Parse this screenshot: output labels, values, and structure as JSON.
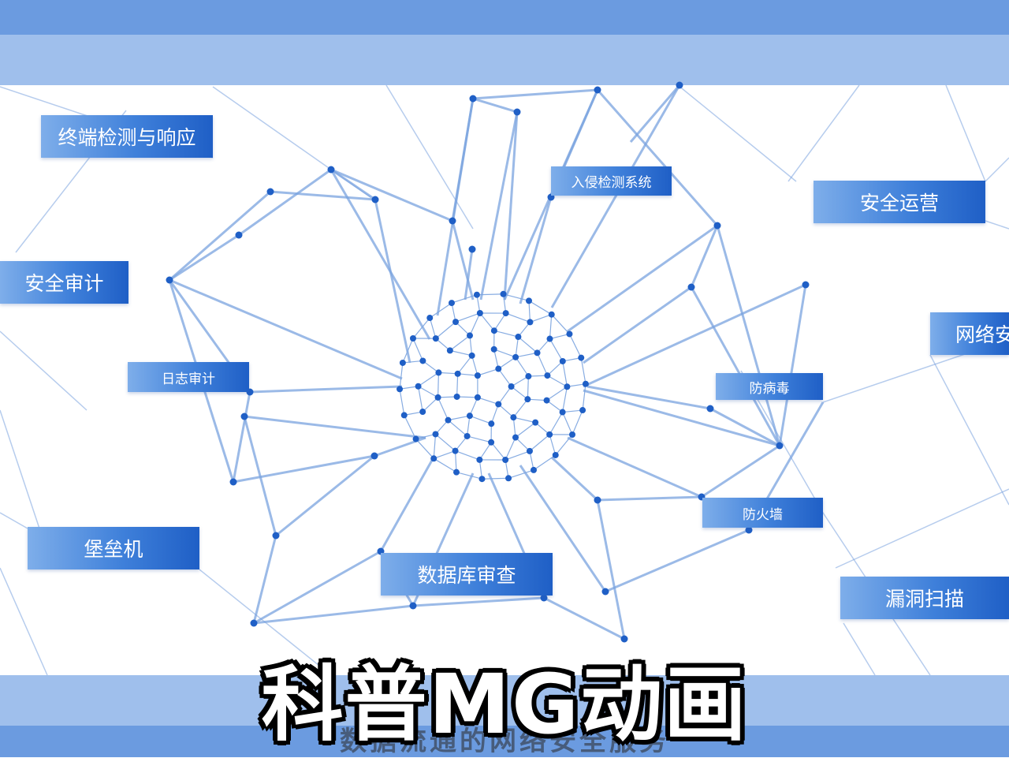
{
  "tags": {
    "edr": "终端检测与响应",
    "ids": "入侵检测系统",
    "secops": "安全运营",
    "audit": "安全审计",
    "netsec": "网络安",
    "log": "日志审计",
    "antivirus": "防病毒",
    "bastion": "堡垒机",
    "firewall": "防火墙",
    "db": "数据库审查",
    "vuln": "漏洞扫描"
  },
  "caption": {
    "title": "科普MG动画",
    "subtitle": "数据流通的网络安全服务"
  },
  "colors": {
    "line": "#7aa3df",
    "node": "#1f5fc6",
    "band_dark": "#6b9be0",
    "band_light": "#9fbfec"
  }
}
